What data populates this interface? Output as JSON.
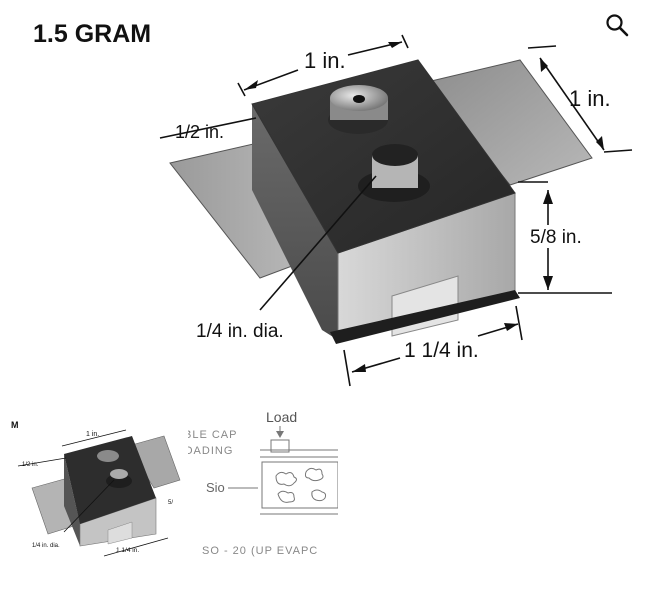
{
  "viewer": {
    "zoom_icon": "magnifier-icon"
  },
  "main_image": {
    "title": "1.5 GRAM",
    "dim_top_width": "1 in.",
    "dim_depth": "1 in.",
    "dim_flange": "1/2 in.",
    "dim_height": "5/8 in.",
    "dim_hole": "1/4 in. dia.",
    "dim_base": "1 1/4 in."
  },
  "thumbnails": [
    {
      "label_title": "M",
      "dim_top": "1 in.",
      "dim_flange": "1/2 in.",
      "dim_hole": "1/4 in. dia.",
      "dim_base": "1 1/4 in.",
      "dim_height": "5/"
    },
    {
      "label_load": "Load",
      "label_cap": "BLE CAP",
      "label_loading": "OADING",
      "label_sio": "Sio",
      "caption": "SO - 20 (UP EVAPC"
    }
  ]
}
